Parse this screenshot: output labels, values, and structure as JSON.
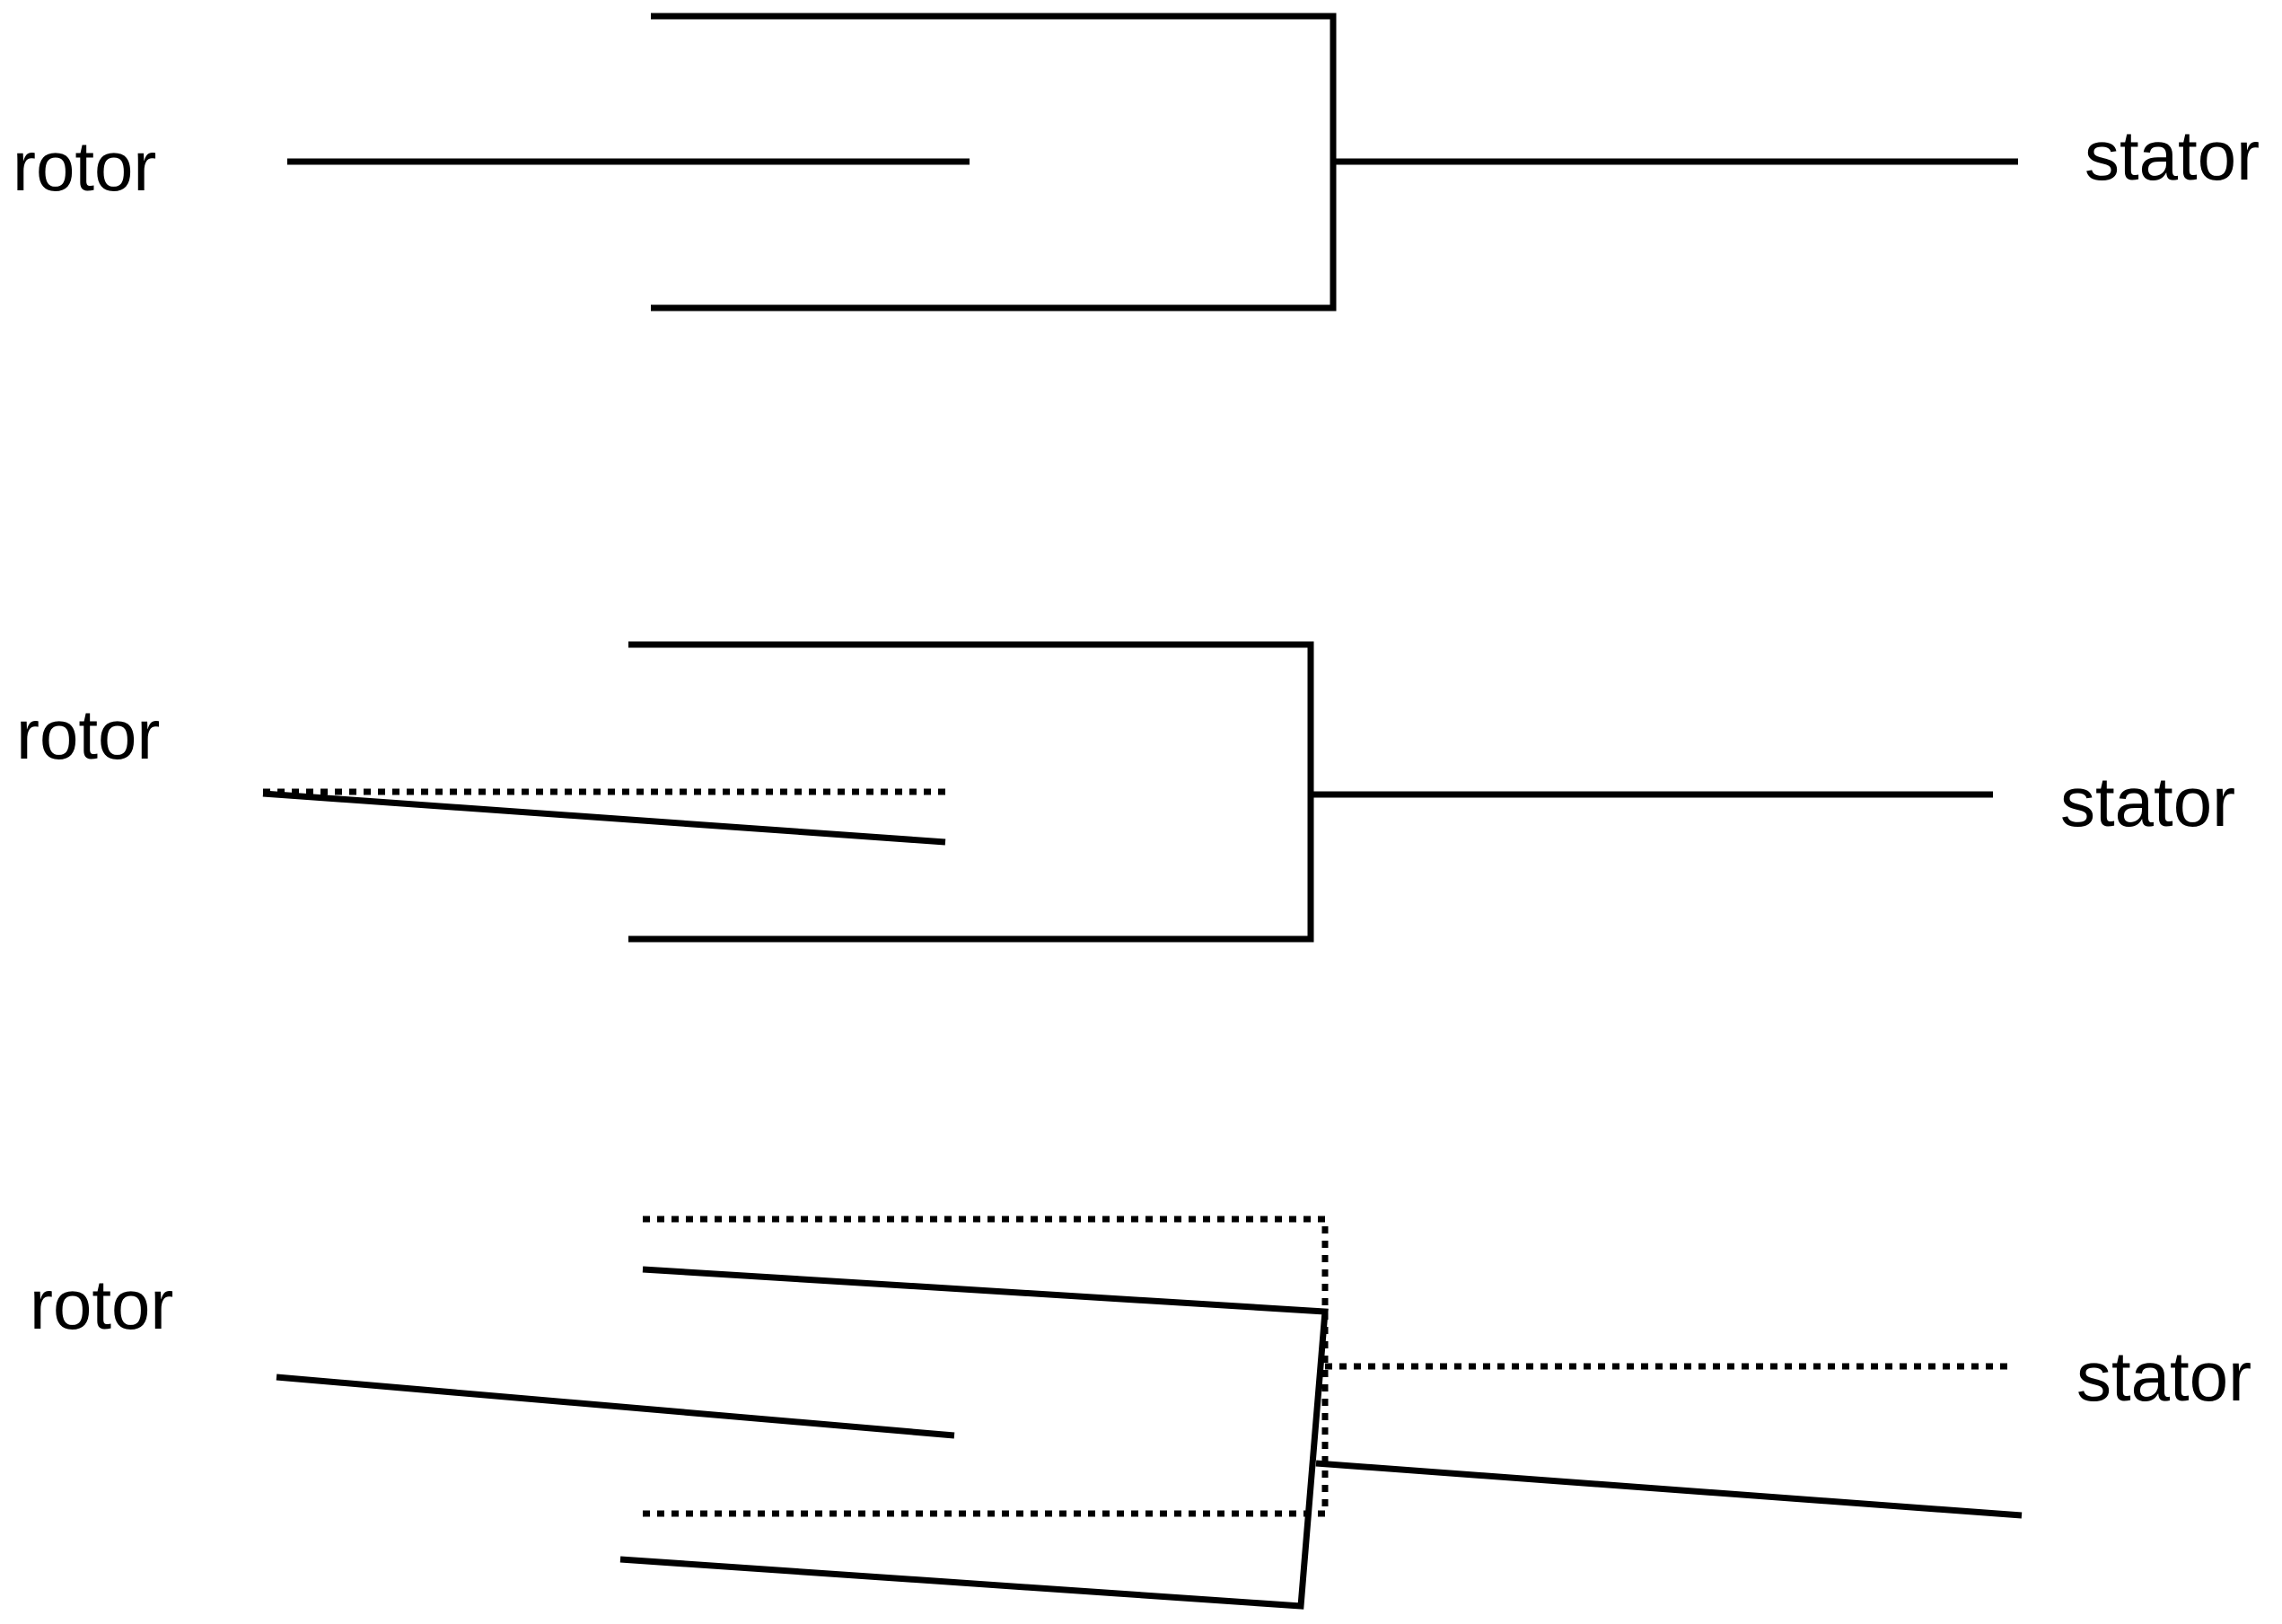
{
  "panels": [
    {
      "rotor_label": "rotor",
      "stator_label": "stator"
    },
    {
      "rotor_label": "rotor",
      "stator_label": "stator"
    },
    {
      "rotor_label": "rotor",
      "stator_label": "stator"
    }
  ]
}
